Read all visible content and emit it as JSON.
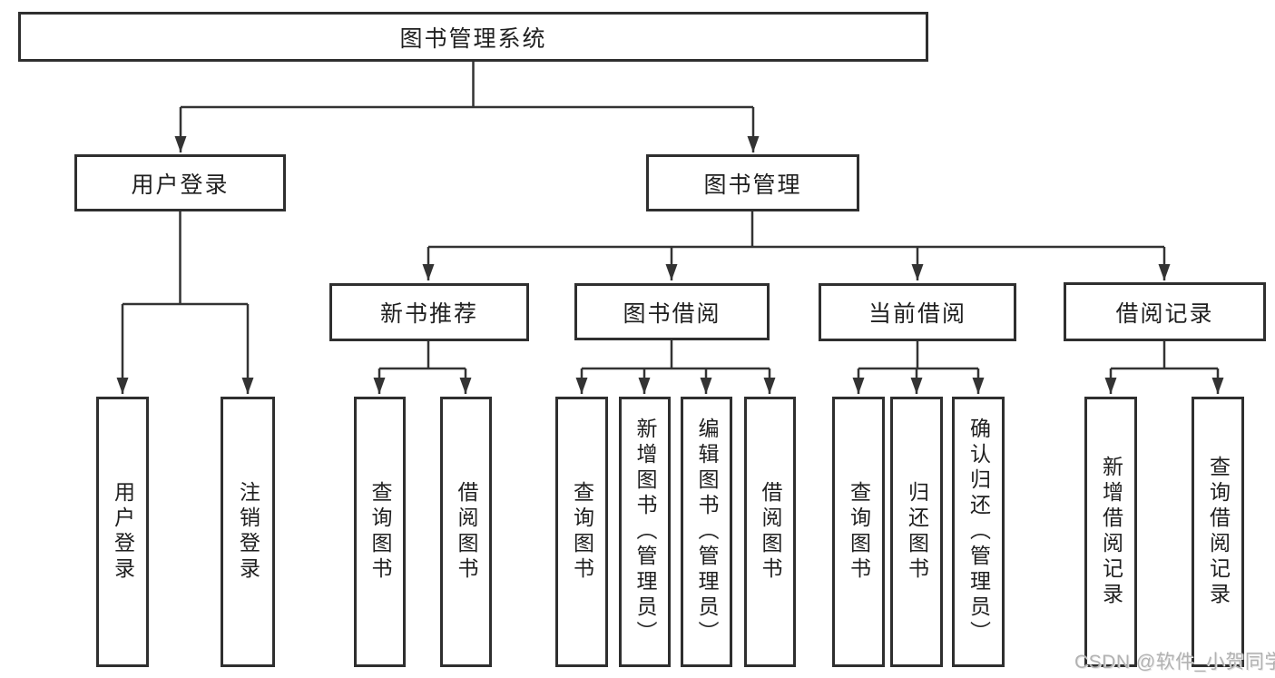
{
  "title": {
    "label": "图书管理系统"
  },
  "level2": {
    "user_login": {
      "label": "用户登录"
    },
    "book_management": {
      "label": "图书管理"
    }
  },
  "level3": {
    "new_book_recommend": {
      "label": "新书推荐"
    },
    "book_borrow": {
      "label": "图书借阅"
    },
    "current_borrow": {
      "label": "当前借阅"
    },
    "borrow_records": {
      "label": "借阅记录"
    }
  },
  "leaves": {
    "user_login": {
      "label": "用户登录"
    },
    "logout": {
      "label": "注销登录"
    },
    "nb_query_books": {
      "label": "查询图书"
    },
    "nb_borrow_books": {
      "label": "借阅图书"
    },
    "bb_query_books": {
      "label": "查询图书"
    },
    "bb_add_books_admin": {
      "label": "新增图书（管理员）"
    },
    "bb_edit_books_admin": {
      "label": "编辑图书（管理员）"
    },
    "bb_borrow_books": {
      "label": "借阅图书"
    },
    "cb_query_books": {
      "label": "查询图书"
    },
    "cb_return_books": {
      "label": "归还图书"
    },
    "cb_confirm_return_admin": {
      "label": "确认归还（管理员）"
    },
    "br_add_record": {
      "label": "新增借阅记录"
    },
    "br_query_record": {
      "label": "查询借阅记录"
    }
  },
  "watermark": {
    "text": "CSDN @软件_小贺同学"
  },
  "colors": {
    "line": "#333333",
    "border": "#2f2f2f",
    "text": "#1f1f1f",
    "watermark": "#b2b2b2",
    "background": "#ffffff"
  }
}
